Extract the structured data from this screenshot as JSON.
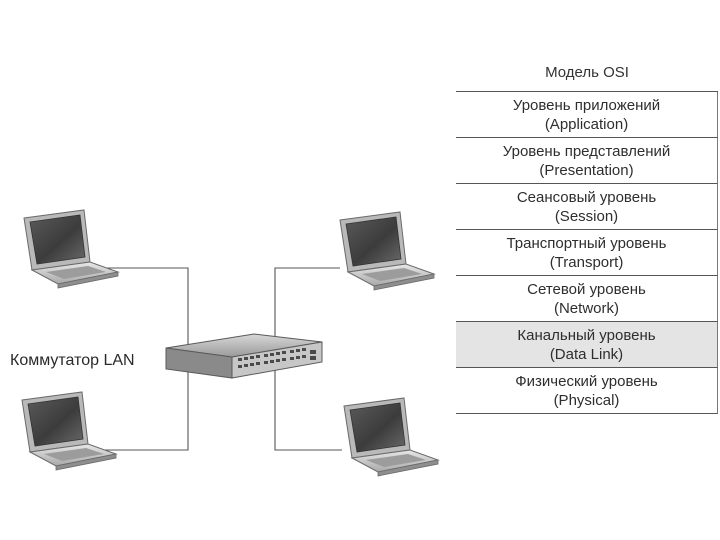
{
  "osi": {
    "title": "Модель OSI",
    "layers": [
      {
        "name": "Уровень приложений",
        "eng": "(Application)",
        "highlighted": false
      },
      {
        "name": "Уровень представлений",
        "eng": "(Presentation)",
        "highlighted": false
      },
      {
        "name": "Сеансовый уровень",
        "eng": "(Session)",
        "highlighted": false
      },
      {
        "name": "Транспортный уровень",
        "eng": "(Transport)",
        "highlighted": false
      },
      {
        "name": "Сетевой уровень",
        "eng": "(Network)",
        "highlighted": false
      },
      {
        "name": "Канальный уровень",
        "eng": "(Data Link)",
        "highlighted": true
      },
      {
        "name": "Физический уровень",
        "eng": "(Physical)",
        "highlighted": false
      }
    ]
  },
  "network": {
    "switch_label": "Коммутатор LAN",
    "devices": [
      "laptop",
      "laptop",
      "laptop",
      "laptop",
      "switch"
    ]
  },
  "colors": {
    "highlight": "#e4e4e4",
    "line": "#555555"
  }
}
